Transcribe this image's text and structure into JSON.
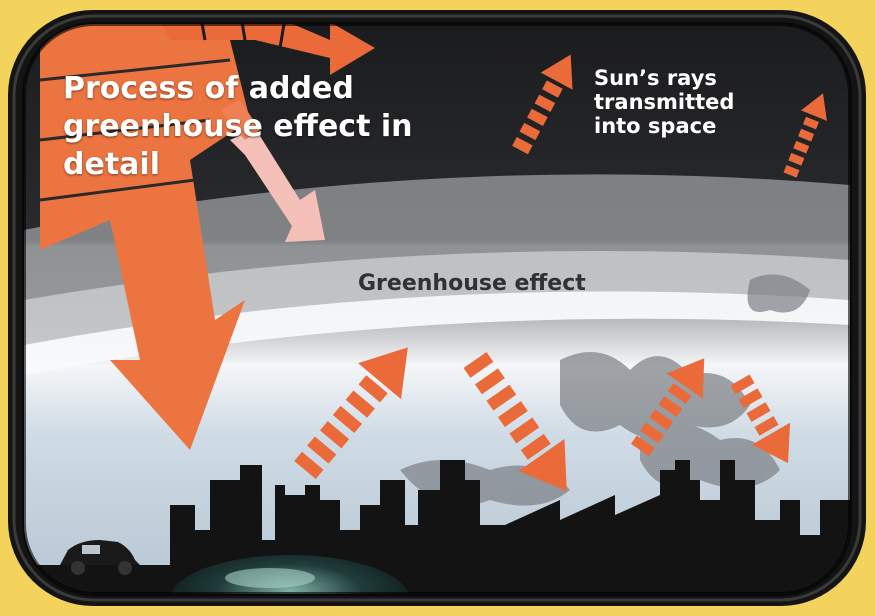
{
  "title_lines": [
    "Process of added",
    "greenhouse effect in",
    "detail"
  ],
  "sun_label_lines": [
    "Sun’s rays",
    "transmitted",
    "into space"
  ],
  "greenhouse_label": "Greenhouse effect",
  "colors": {
    "background": "#f3d35c",
    "frame": "#1a1a1a",
    "space": "#222222",
    "atmosphere": "#9a9a9a",
    "sky_light": "#d8e2ea",
    "arrow_incoming": "#ef7340",
    "arrow_reflected": "#f4b6b0",
    "skyline": "#151515"
  }
}
